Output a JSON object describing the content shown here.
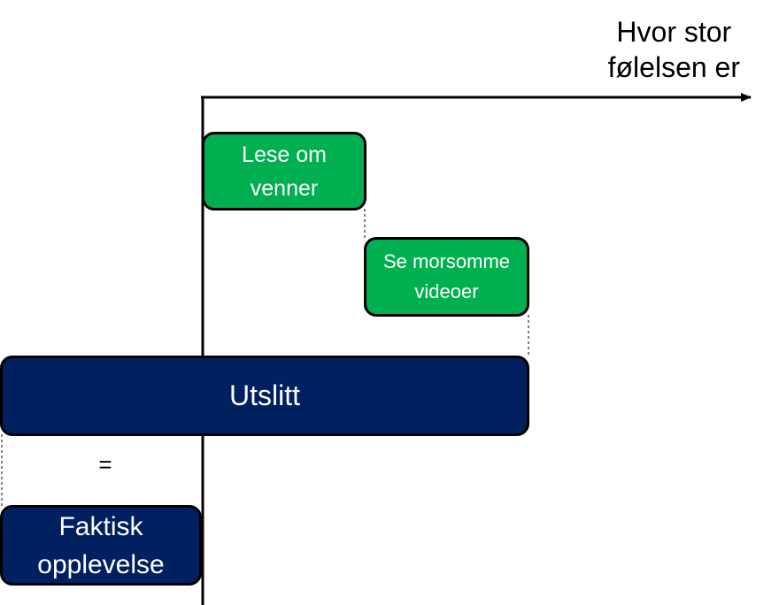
{
  "axis": {
    "label_line1": "Hvor stor",
    "label_line2": "følelsen er"
  },
  "boxes": {
    "friends": {
      "line1": "Lese om",
      "line2": "venner",
      "color": "#00b050"
    },
    "videos": {
      "line1": "Se morsomme",
      "line2": "videoer",
      "color": "#00b050"
    },
    "worn_out": {
      "label": "Utslitt",
      "color": "#002060"
    },
    "actual": {
      "line1": "Faktisk",
      "line2": "opplevelse",
      "color": "#002060"
    }
  },
  "equals_sign": "="
}
